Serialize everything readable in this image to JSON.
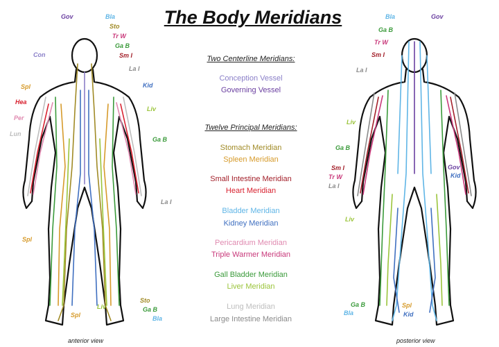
{
  "title": "The Body Meridians",
  "legend": {
    "centerline_heading": "Two Centerline Meridians:",
    "principal_heading": "Twelve Principal Meridians:",
    "items": [
      {
        "name": "Conception Vessel",
        "color": "#8a7fc8"
      },
      {
        "name": "Governing Vessel",
        "color": "#6a3fa0"
      },
      {
        "name": "Stomach Meridian",
        "color": "#a08a25"
      },
      {
        "name": "Spleen Meridian",
        "color": "#d69a2a"
      },
      {
        "name": "Small Intestine Meridian",
        "color": "#a3202a"
      },
      {
        "name": "Heart Meridian",
        "color": "#d8202e"
      },
      {
        "name": "Bladder Meridian",
        "color": "#5fb5e6"
      },
      {
        "name": "Kidney Meridian",
        "color": "#3f6fc0"
      },
      {
        "name": "Pericardium Meridian",
        "color": "#e08ab0"
      },
      {
        "name": "Triple Warmer Meridian",
        "color": "#c8387a"
      },
      {
        "name": "Gall Bladder Meridian",
        "color": "#3a9a3a"
      },
      {
        "name": "Liver Meridian",
        "color": "#9ac43a"
      },
      {
        "name": "Lung Meridian",
        "color": "#bdbdbd"
      },
      {
        "name": "Large Intestine Meridian",
        "color": "#8a8a8a"
      }
    ]
  },
  "anterior": {
    "view_label": "anterior view",
    "labels": [
      {
        "text": "Gov",
        "color": "#6a3fa0"
      },
      {
        "text": "Bla",
        "color": "#5fb5e6"
      },
      {
        "text": "Sto",
        "color": "#a08a25"
      },
      {
        "text": "Tr W",
        "color": "#c8387a"
      },
      {
        "text": "Ga B",
        "color": "#3a9a3a"
      },
      {
        "text": "Sm I",
        "color": "#a3202a"
      },
      {
        "text": "Con",
        "color": "#8a7fc8"
      },
      {
        "text": "La I",
        "color": "#8a8a8a"
      },
      {
        "text": "Kid",
        "color": "#3f6fc0"
      },
      {
        "text": "Spl",
        "color": "#d69a2a"
      },
      {
        "text": "Hea",
        "color": "#d8202e"
      },
      {
        "text": "Per",
        "color": "#e08ab0"
      },
      {
        "text": "Lun",
        "color": "#bdbdbd"
      },
      {
        "text": "Liv",
        "color": "#9ac43a"
      },
      {
        "text": "Ga B",
        "color": "#3a9a3a"
      },
      {
        "text": "La I",
        "color": "#8a8a8a"
      },
      {
        "text": "Spl",
        "color": "#d69a2a"
      },
      {
        "text": "Liv",
        "color": "#9ac43a"
      },
      {
        "text": "Spl",
        "color": "#d69a2a"
      },
      {
        "text": "Sto",
        "color": "#a08a25"
      },
      {
        "text": "Ga B",
        "color": "#3a9a3a"
      },
      {
        "text": "Bla",
        "color": "#5fb5e6"
      }
    ]
  },
  "posterior": {
    "view_label": "posterior view",
    "labels": [
      {
        "text": "Bla",
        "color": "#5fb5e6"
      },
      {
        "text": "Gov",
        "color": "#6a3fa0"
      },
      {
        "text": "Ga B",
        "color": "#3a9a3a"
      },
      {
        "text": "Tr W",
        "color": "#c8387a"
      },
      {
        "text": "Sm I",
        "color": "#a3202a"
      },
      {
        "text": "La I",
        "color": "#8a8a8a"
      },
      {
        "text": "Liv",
        "color": "#9ac43a"
      },
      {
        "text": "Ga B",
        "color": "#3a9a3a"
      },
      {
        "text": "Sm I",
        "color": "#a3202a"
      },
      {
        "text": "Tr W",
        "color": "#c8387a"
      },
      {
        "text": "La I",
        "color": "#8a8a8a"
      },
      {
        "text": "Gov",
        "color": "#6a3fa0"
      },
      {
        "text": "Kid",
        "color": "#3f6fc0"
      },
      {
        "text": "Liv",
        "color": "#9ac43a"
      },
      {
        "text": "Ga B",
        "color": "#3a9a3a"
      },
      {
        "text": "Bla",
        "color": "#5fb5e6"
      },
      {
        "text": "Spl",
        "color": "#d69a2a"
      },
      {
        "text": "Kid",
        "color": "#3f6fc0"
      }
    ]
  }
}
